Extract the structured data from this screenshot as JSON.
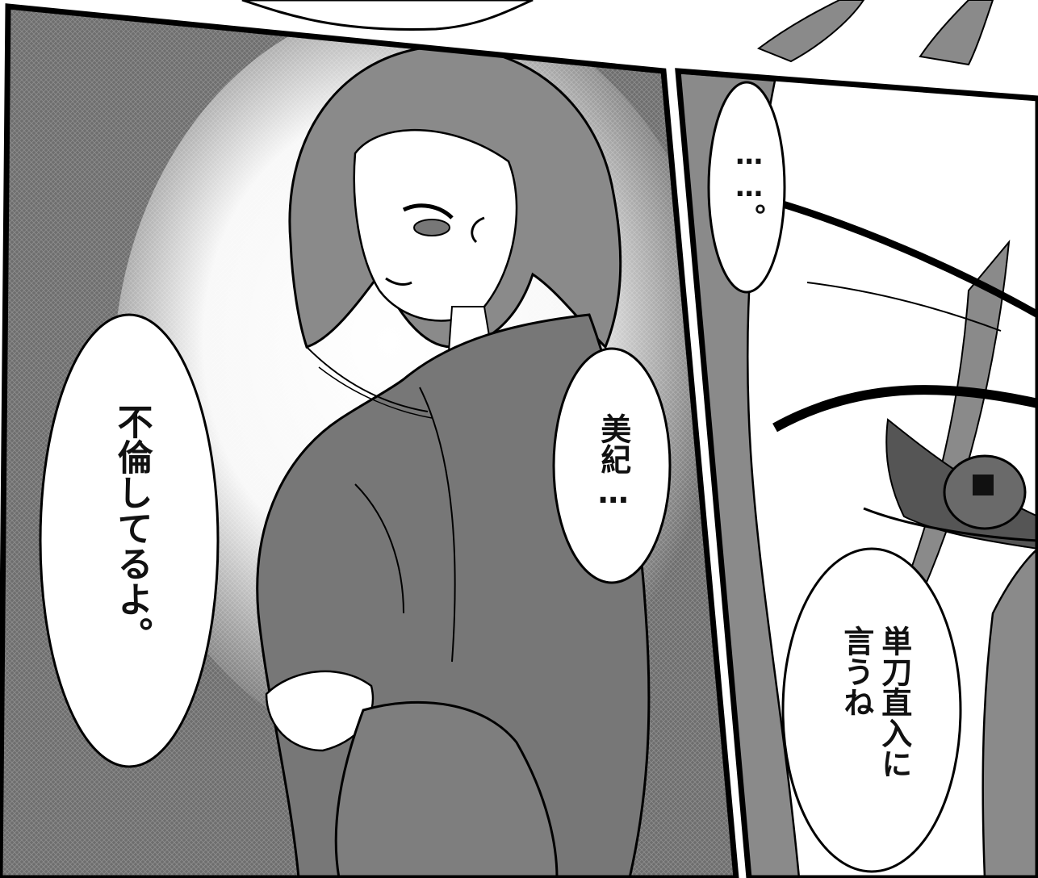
{
  "panels": {
    "left": {
      "bubbles": [
        {
          "id": "affair",
          "text": "不倫してるよ。"
        },
        {
          "id": "miki",
          "text": "美紀…"
        }
      ]
    },
    "right": {
      "bubbles": [
        {
          "id": "ellipsis",
          "text": "……。"
        },
        {
          "id": "blunt",
          "lines": [
            "単刀直入に",
            "言うね"
          ]
        }
      ]
    }
  },
  "colors": {
    "screentone": "#6e6e6e",
    "screentone_light": "#9a9a9a",
    "hair": "#8a8a8a",
    "kimono": "#777777",
    "skin": "#ffffff",
    "ink": "#111111",
    "border": "#000000"
  }
}
